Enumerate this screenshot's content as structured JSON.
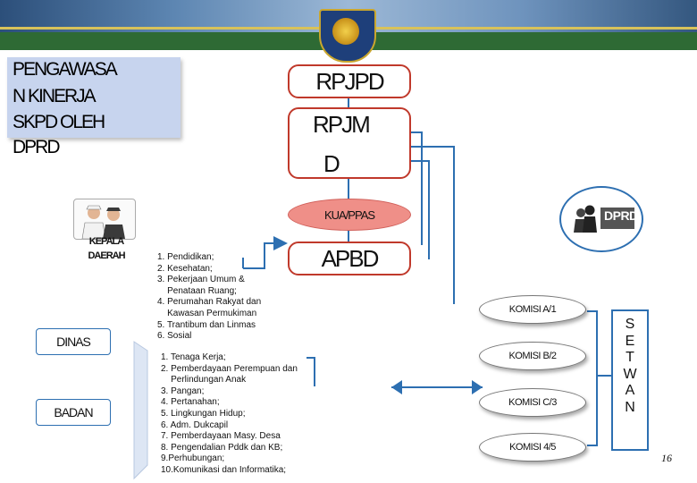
{
  "header": {
    "emblem_icon": "garuda-emblem-icon"
  },
  "title": {
    "lines": [
      "PENGAWASA",
      "N          KINERJA",
      "SKPD          OLEH",
      "DPRD"
    ]
  },
  "plans": {
    "rpjpd": "RPJPD",
    "rpjm_line1": "RPJM",
    "rpjm_line2": "D",
    "apbd": "APBD"
  },
  "kua_ppas": "KUA/PPAS",
  "left": {
    "kepala_line1": "KEPALA",
    "kepala_line2": "DAERAH",
    "dinas": "DINAS",
    "badan": "BADAN",
    "kepala_icon": "officials-icon"
  },
  "dprd_logo": {
    "text": "DPRD",
    "icon": "dprd-people-icon"
  },
  "list_a": [
    "1. Pendidikan;",
    "2. Kesehatan;",
    "3. Pekerjaan Umum &",
    "    Penataan Ruang;",
    "4. Perumahan Rakyat dan",
    "    Kawasan Permukiman",
    "5. Trantibum dan Linmas",
    "6. Sosial"
  ],
  "list_b": [
    "1. Tenaga Kerja;",
    "2. Pemberdayaan Perempuan dan",
    "    Perlindungan Anak",
    "3. Pangan;",
    "4. Pertanahan;",
    "5. Lingkungan Hidup;",
    "6. Adm. Dukcapil",
    "7. Pemberdayaan Masy. Desa",
    "8. Pengendalian Pddk dan KB;",
    "9.Perhubungan;",
    "10.Komunikasi dan Informatika;"
  ],
  "komisi": [
    "KOMISI A/1",
    "KOMISI B/2",
    "KOMISI C/3",
    "KOMISI 4/5"
  ],
  "setwan": [
    "S",
    "E",
    "T",
    "W",
    "A",
    "N"
  ],
  "page_number": "16",
  "colors": {
    "plan_border": "#c0392b",
    "kua_fill": "#ef8f88",
    "connector": "#2d6fb1",
    "title_box": "#c7d4ee"
  }
}
